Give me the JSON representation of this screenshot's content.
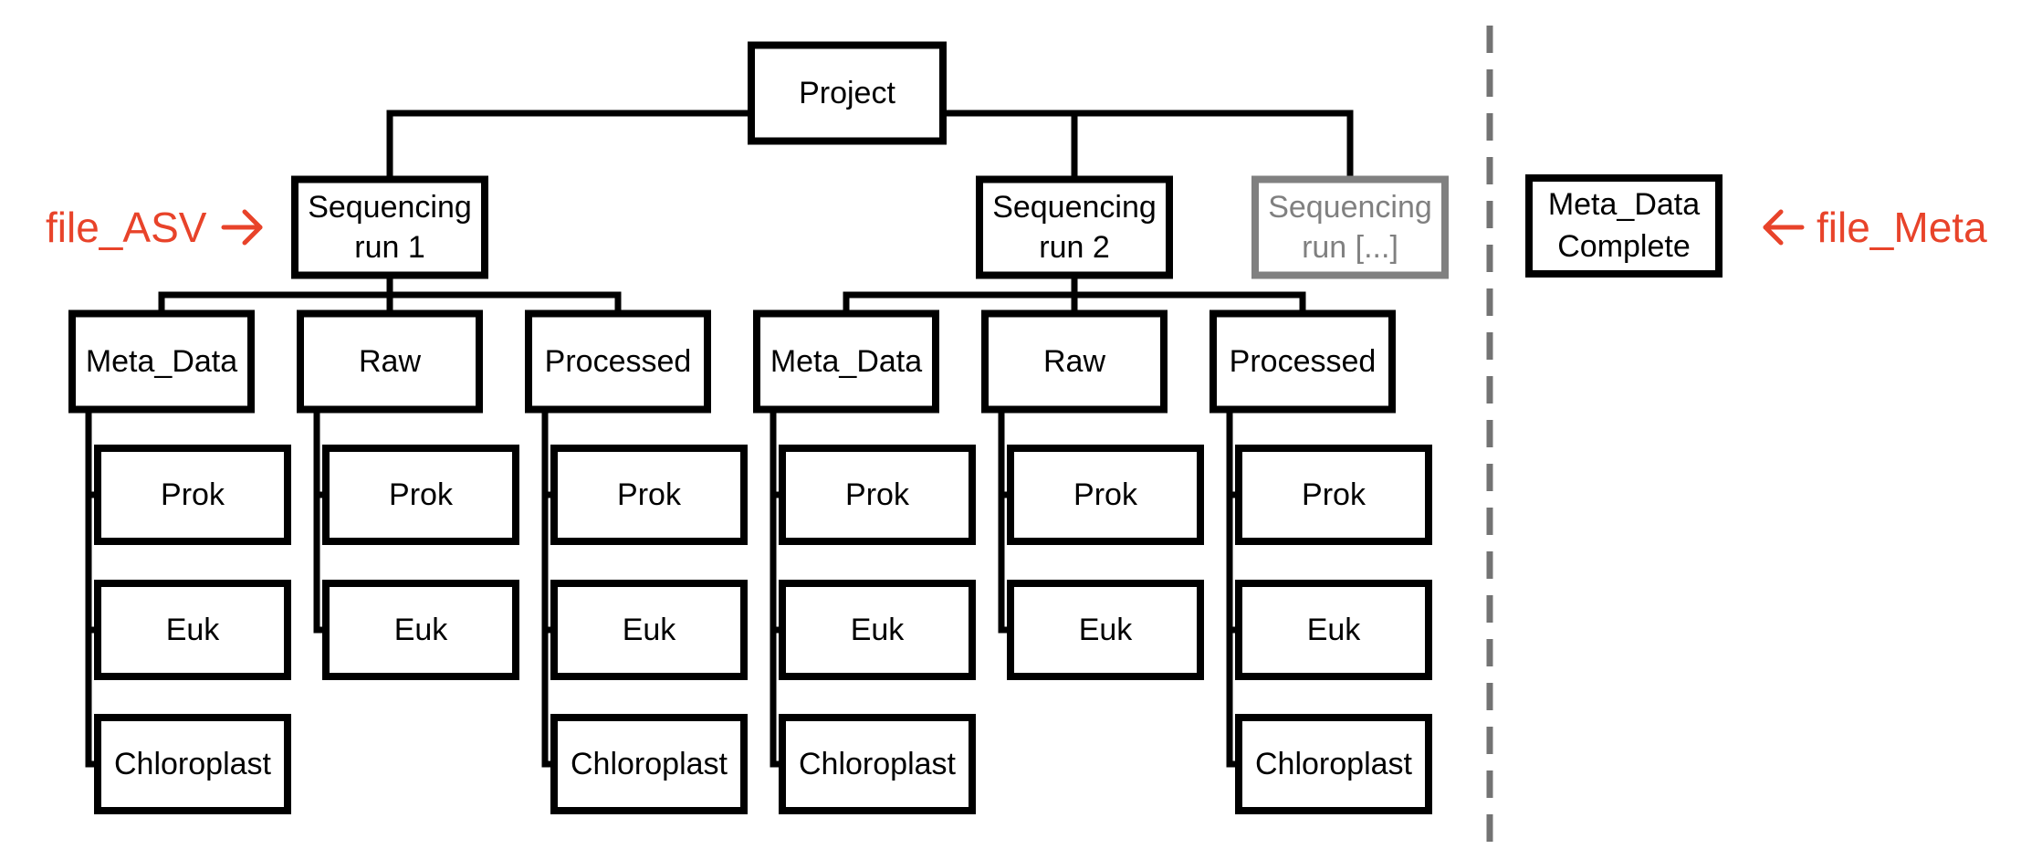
{
  "colors": {
    "box_stroke": "#000000",
    "placeholder": "#808080",
    "annotation": "#e8432a",
    "divider": "#737373"
  },
  "project": "Project",
  "runs": [
    {
      "line1": "Sequencing",
      "line2": "run 1",
      "folders": [
        {
          "label": "Meta_Data",
          "children": [
            "Prok",
            "Euk",
            "Chloroplast"
          ]
        },
        {
          "label": "Raw",
          "children": [
            "Prok",
            "Euk"
          ]
        },
        {
          "label": "Processed",
          "children": [
            "Prok",
            "Euk",
            "Chloroplast"
          ]
        }
      ]
    },
    {
      "line1": "Sequencing",
      "line2": "run 2",
      "folders": [
        {
          "label": "Meta_Data",
          "children": [
            "Prok",
            "Euk",
            "Chloroplast"
          ]
        },
        {
          "label": "Raw",
          "children": [
            "Prok",
            "Euk"
          ]
        },
        {
          "label": "Processed",
          "children": [
            "Prok",
            "Euk",
            "Chloroplast"
          ]
        }
      ]
    }
  ],
  "placeholder_run": {
    "line1": "Sequencing",
    "line2": "run [...]"
  },
  "meta_complete": {
    "line1": "Meta_Data",
    "line2": "Complete"
  },
  "annotations": {
    "file_asv": "file_ASV",
    "file_meta": "file_Meta"
  },
  "icons": {
    "asv_arrow": "arrow-right-icon",
    "meta_arrow": "arrow-left-icon"
  }
}
